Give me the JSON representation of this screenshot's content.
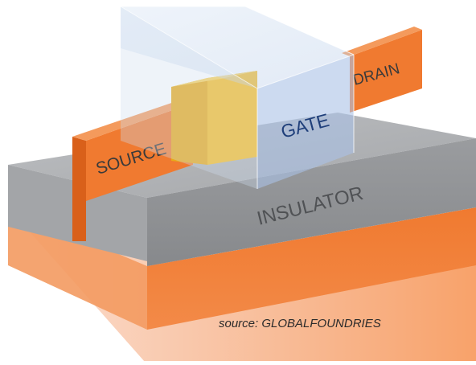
{
  "labels": {
    "source": "SOURCE",
    "drain": "DRAIN",
    "gate": "GATE",
    "insulator": "INSULATOR"
  },
  "caption": "source: GLOBALFOUNDRIES",
  "colors": {
    "orange": "#f07a30",
    "orange_light": "#f8a26a",
    "orange_dark": "#d9601a",
    "insulator_top": "#aeb0b3",
    "insulator_side": "#8c8e91",
    "fin_gold": "#f6bd26",
    "gate_glass": "#c8d8ef",
    "label_text": "#3a3a3a",
    "gate_text": "#1f3f7a"
  }
}
